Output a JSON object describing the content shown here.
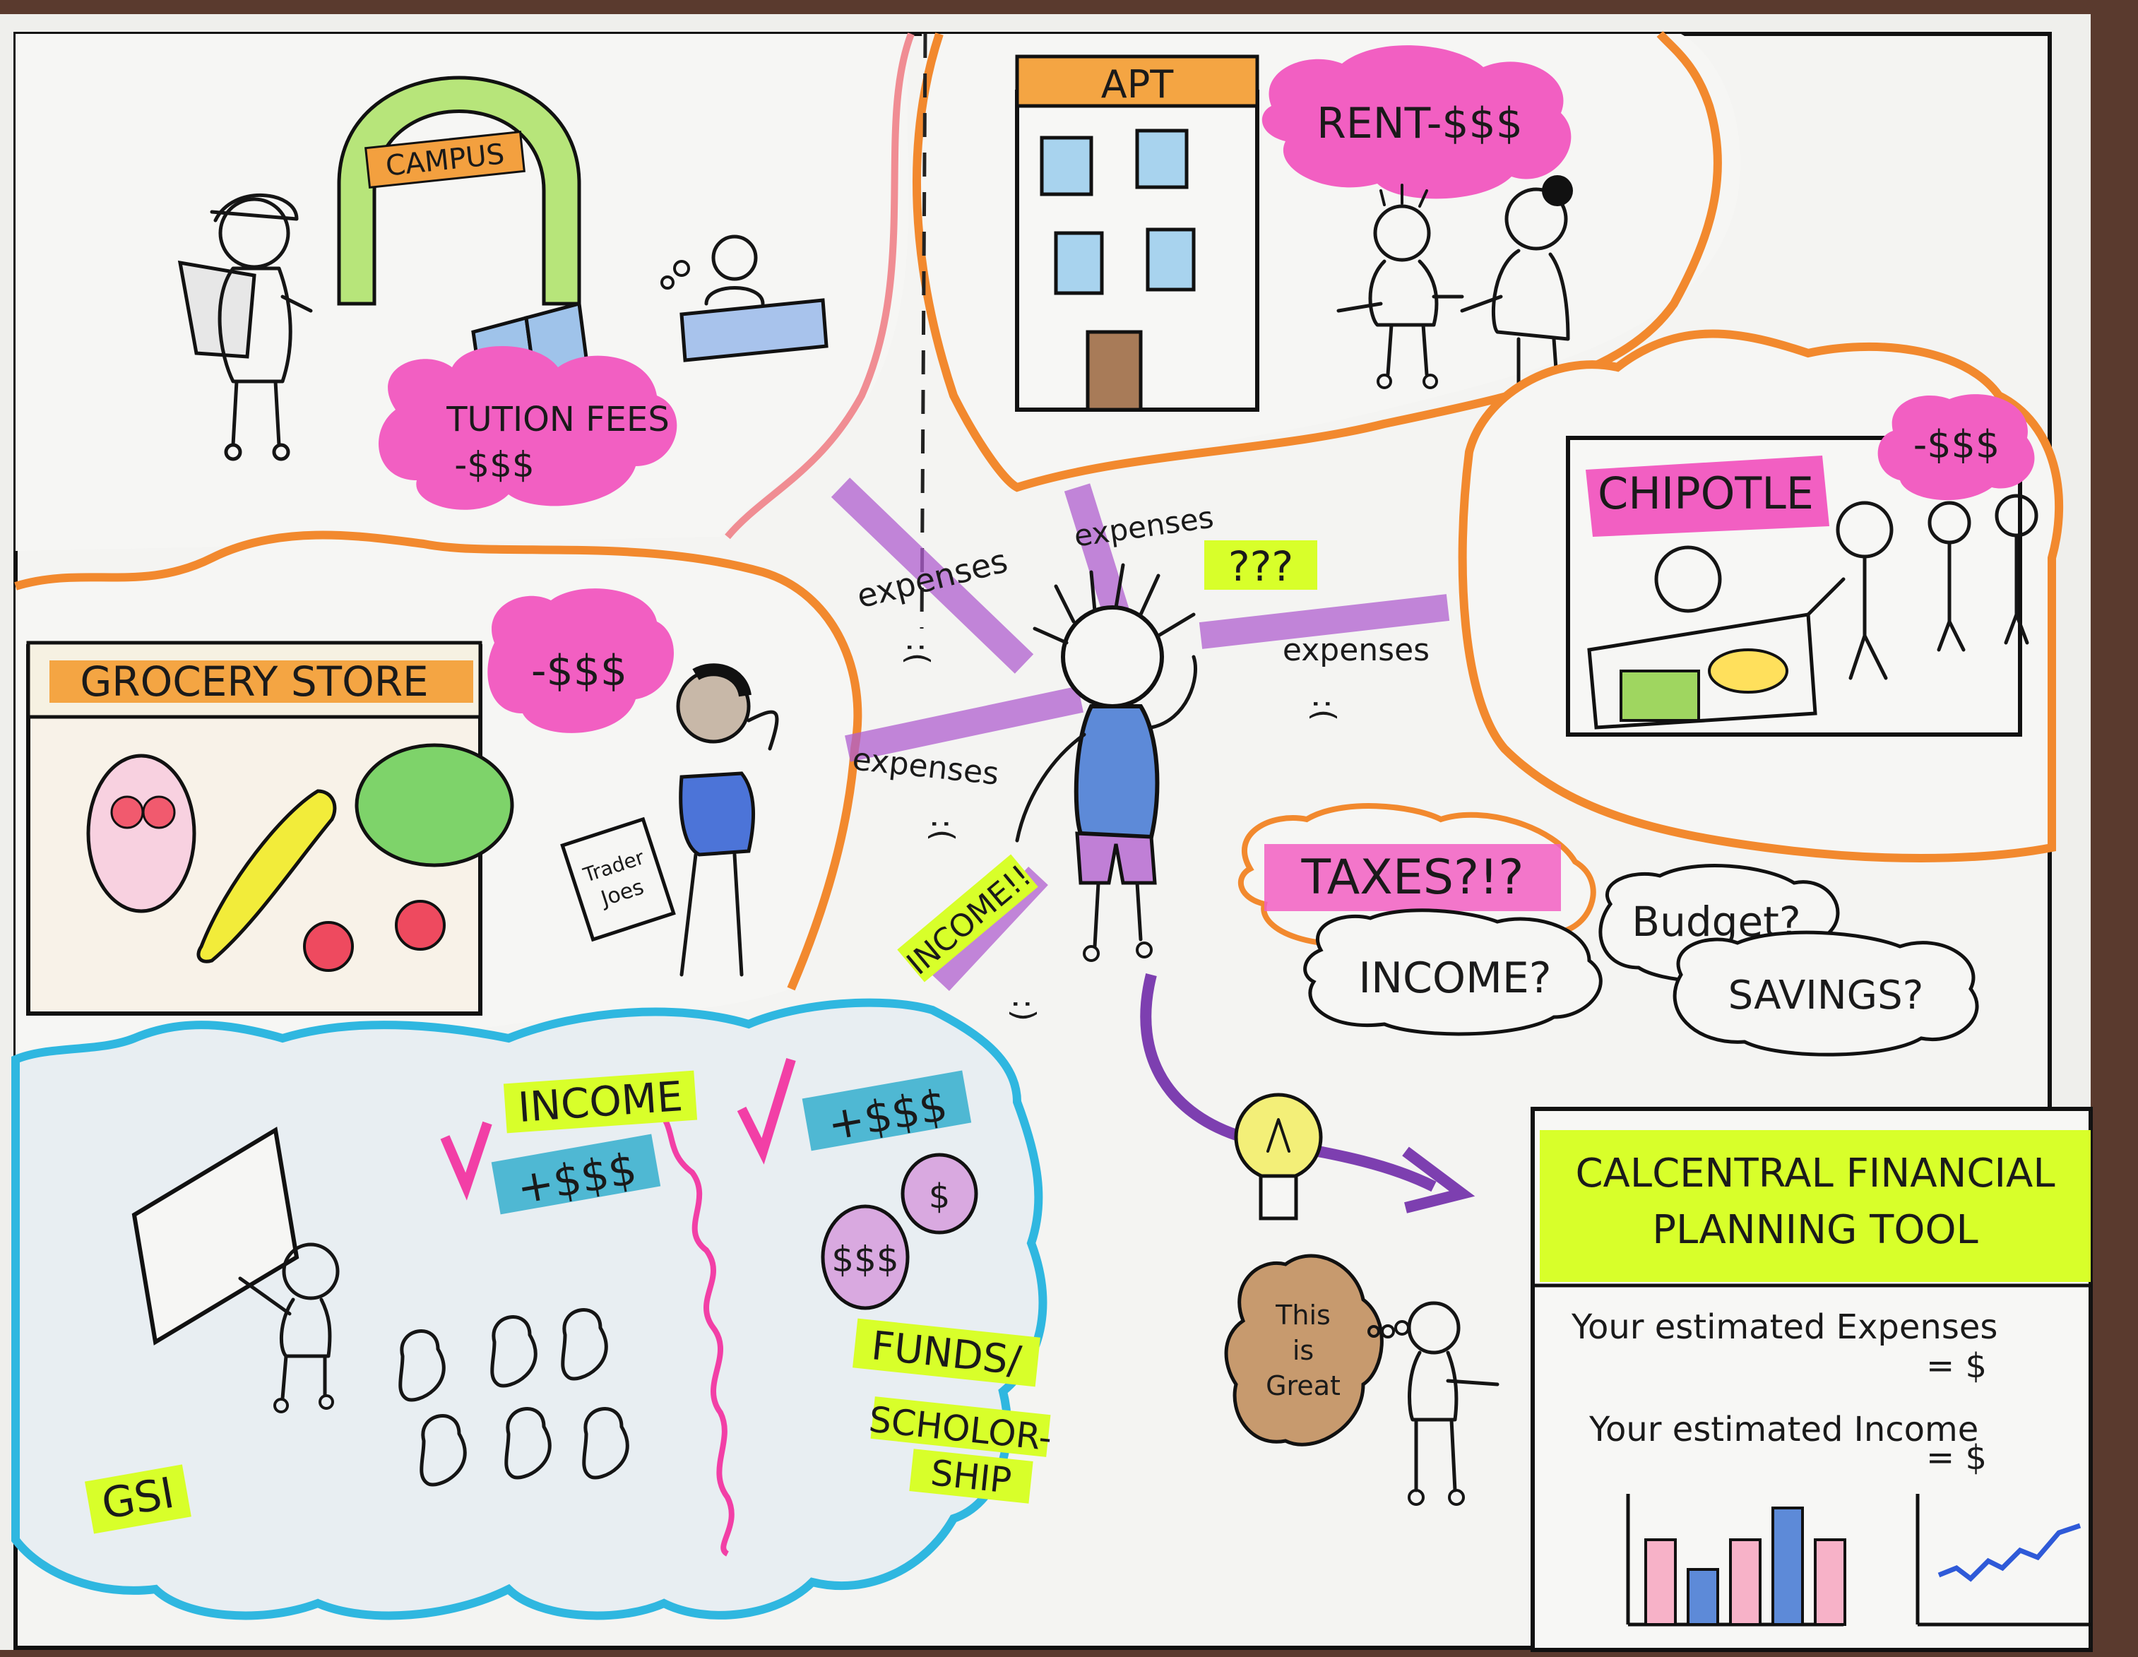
{
  "campus": {
    "sign": "CAMPUS",
    "fee_line1": "TUTION FEES",
    "fee_line2": "-$$$"
  },
  "apartment": {
    "sign": "APT",
    "rent": "RENT-$$$"
  },
  "grocery": {
    "sign": "GROCERY STORE",
    "cost": "-$$$",
    "bag_line1": "Trader",
    "bag_line2": "Joes"
  },
  "restaurant": {
    "sign": "CHIPOTLE",
    "cost": "-$$$"
  },
  "center": {
    "question": "???",
    "expenses_labels": [
      "expenses",
      "expenses",
      "expenses",
      "expenses"
    ],
    "frowns": [
      ":(",
      ":(",
      ":("
    ],
    "income_arrow": "INCOME!!",
    "smile": ":)"
  },
  "questions": {
    "taxes": "TAXES?!?",
    "income": "INCOME?",
    "budget": "Budget?",
    "savings": "SAVINGS?"
  },
  "income_section": {
    "title": "INCOME",
    "gsi_amount": "+$$$",
    "fund_amount": "+$$$",
    "gsi_label": "GSI",
    "funds_label": "FUNDS/",
    "scholarship_line1": "SCHOLOR-",
    "scholarship_line2": "SHIP",
    "bag_big": "$$$",
    "bag_small": "$"
  },
  "tool": {
    "title_line1": "CALCENTRAL FINANCIAL",
    "title_line2": "PLANNING TOOL",
    "expenses_line": "Your estimated Expenses",
    "expenses_value": "= $",
    "income_line": "Your estimated Income",
    "income_value": "= $"
  },
  "comment": {
    "line1": "This",
    "line2": "is",
    "line3": "Great"
  },
  "colors": {
    "pink": "#f0229b",
    "orange": "#f2892e",
    "purple": "#b05fd0",
    "cyan": "#2fb7e0",
    "yellow_green": "#d8ff2a",
    "light_green": "#9fd660",
    "blue": "#5d8ad8"
  },
  "chart_data": {
    "type": "bar",
    "categories": [
      "",
      "",
      "",
      "",
      ""
    ],
    "series": [
      {
        "values": [
          4,
          2.6,
          4,
          5.5,
          4
        ]
      }
    ],
    "xlabel": "",
    "ylabel": ""
  }
}
